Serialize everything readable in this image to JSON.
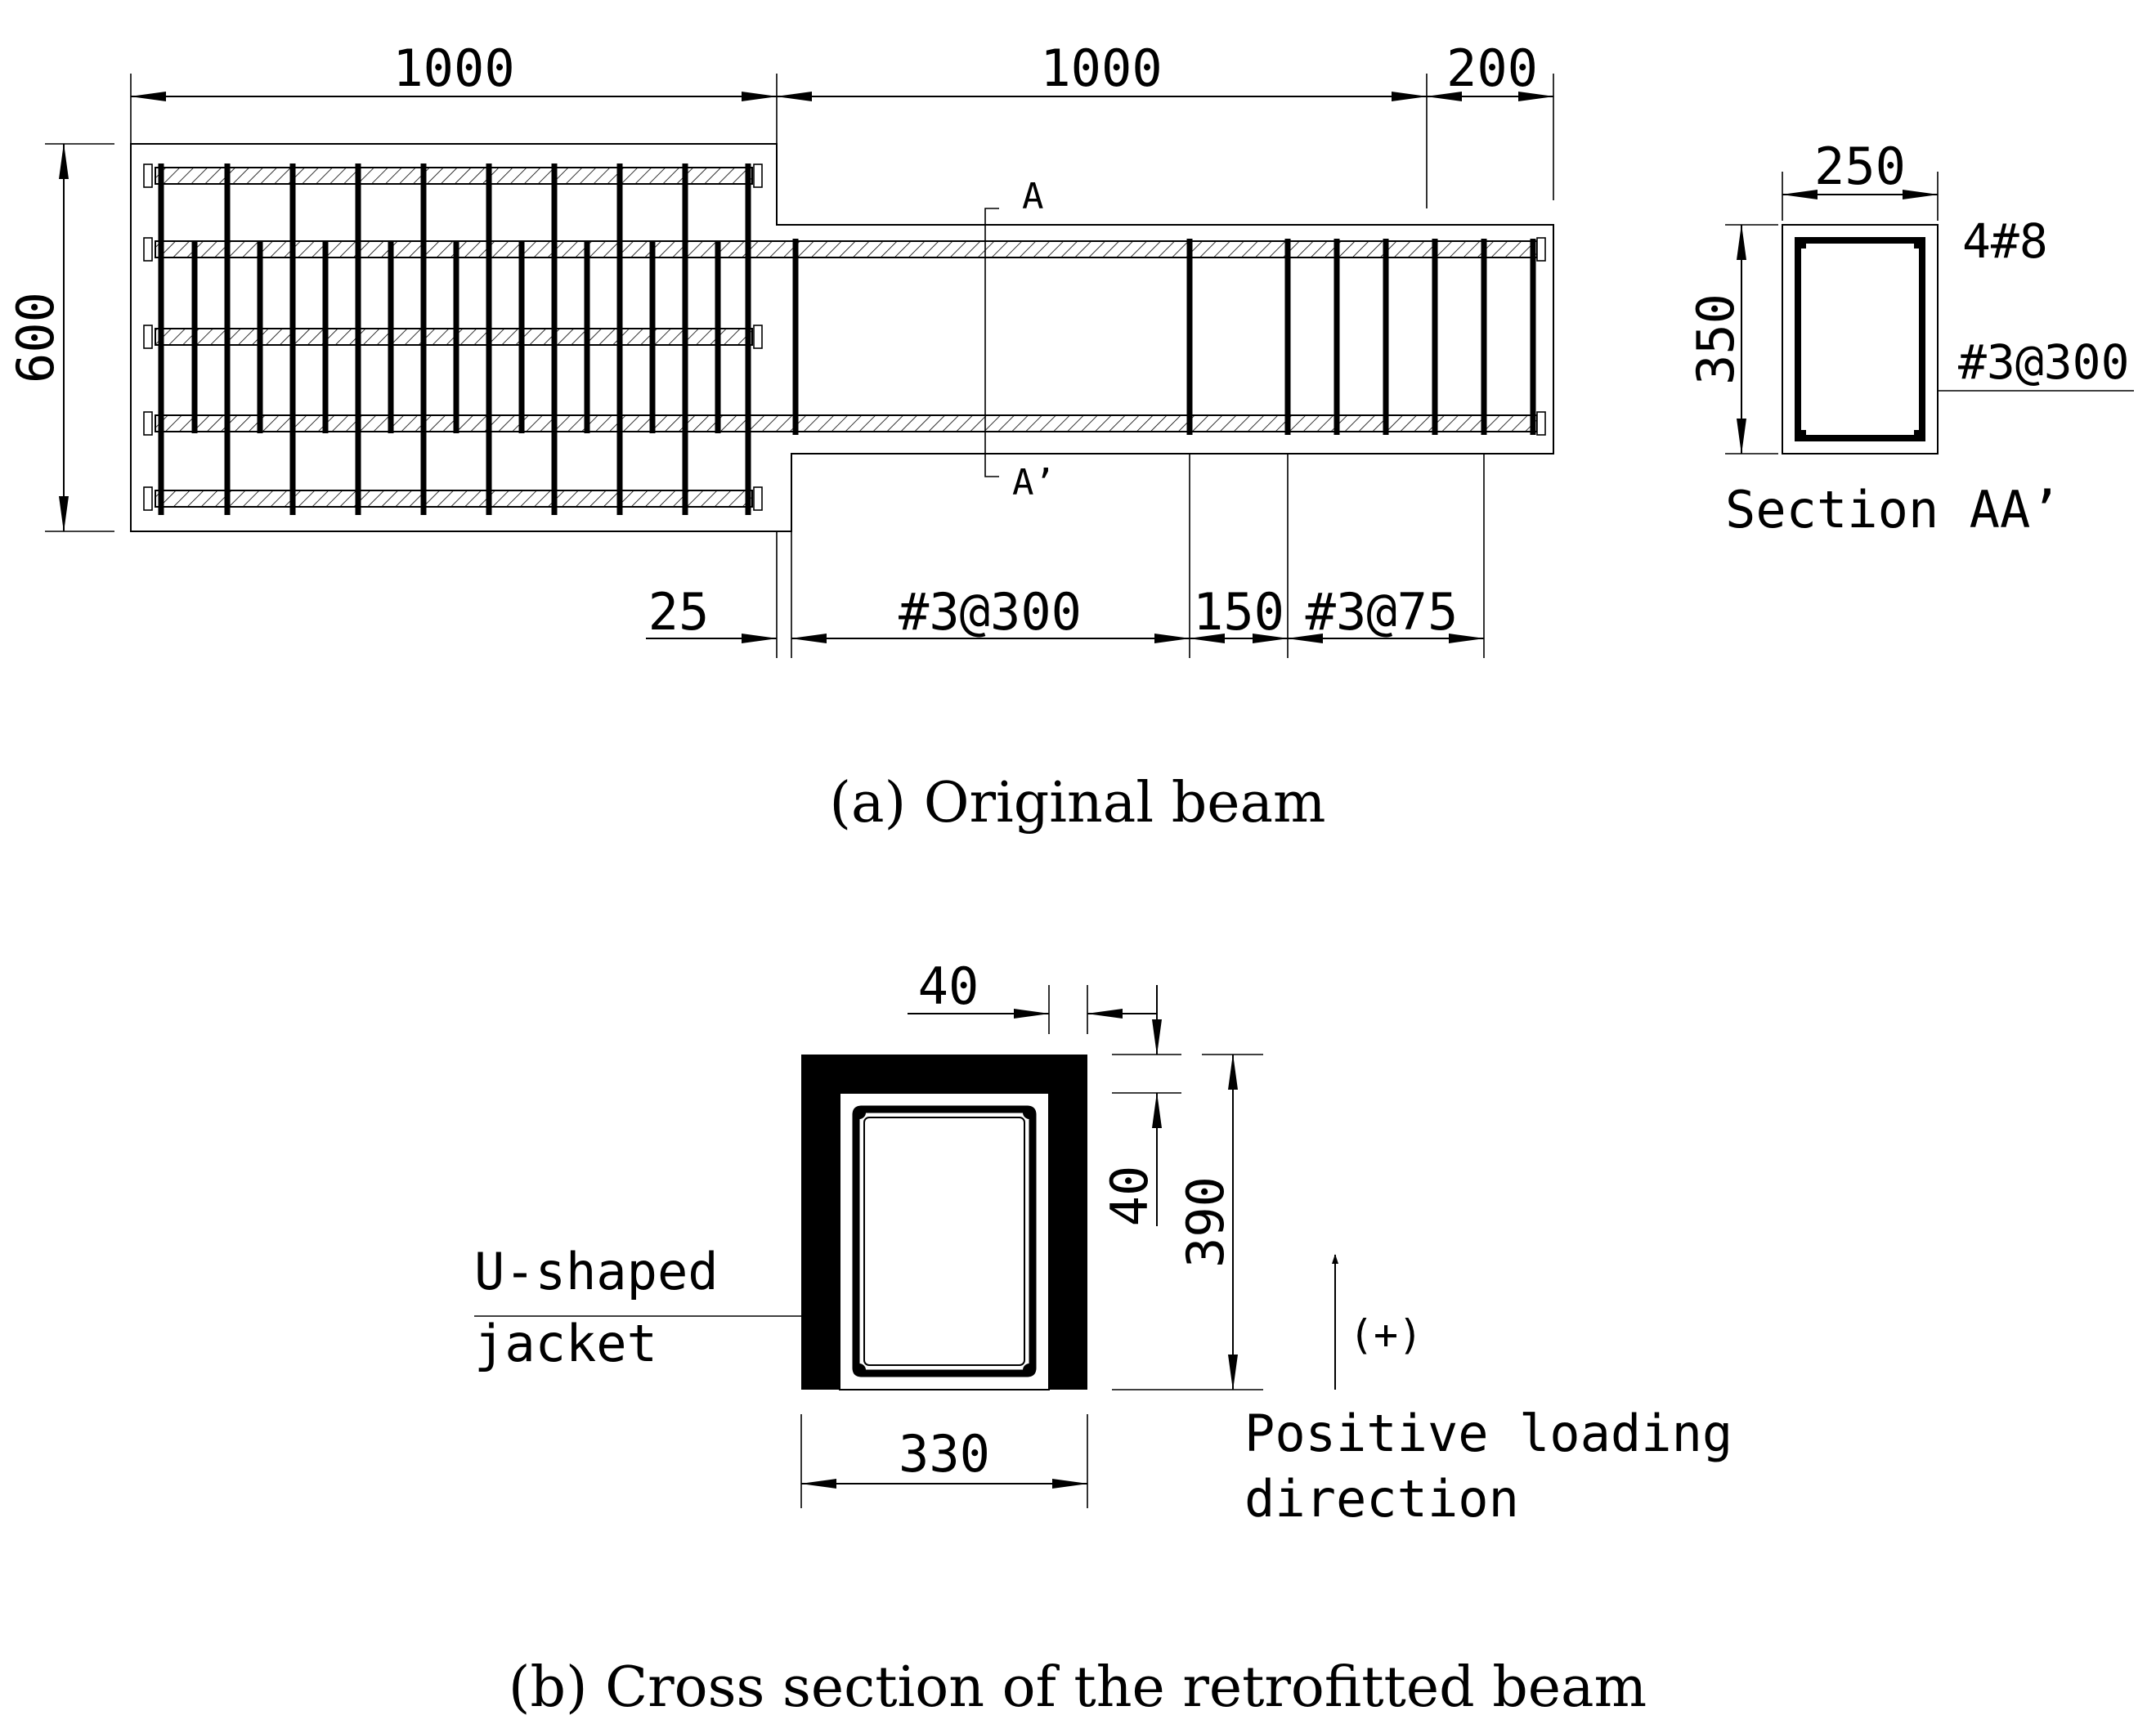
{
  "beam_elevation": {
    "dim_top_1": "1000",
    "dim_top_2": "1000",
    "dim_top_3": "200",
    "dim_height": "600",
    "section_mark_top": "A",
    "section_mark_bottom": "A’",
    "dim_bottom_1": "25",
    "dim_bottom_2": "#3@300",
    "dim_bottom_3": "150",
    "dim_bottom_4": "#3@75"
  },
  "section_aa": {
    "dim_width": "250",
    "dim_height": "350",
    "label_longitudinal": "4#8",
    "label_stirrup": "#3@300",
    "title": "Section AA’"
  },
  "caption_a": "(a) Original beam",
  "retrofit_section": {
    "dim_jacket_thickness_top": "40",
    "dim_jacket_thickness_side": "40",
    "dim_height": "390",
    "dim_width": "330",
    "label_jacket_line1": "U-shaped",
    "label_jacket_line2": "jacket",
    "load_sign": "(+)",
    "load_label_line1": "Positive loading",
    "load_label_line2": "direction"
  },
  "caption_b": "(b) Cross section of the retrofitted beam"
}
